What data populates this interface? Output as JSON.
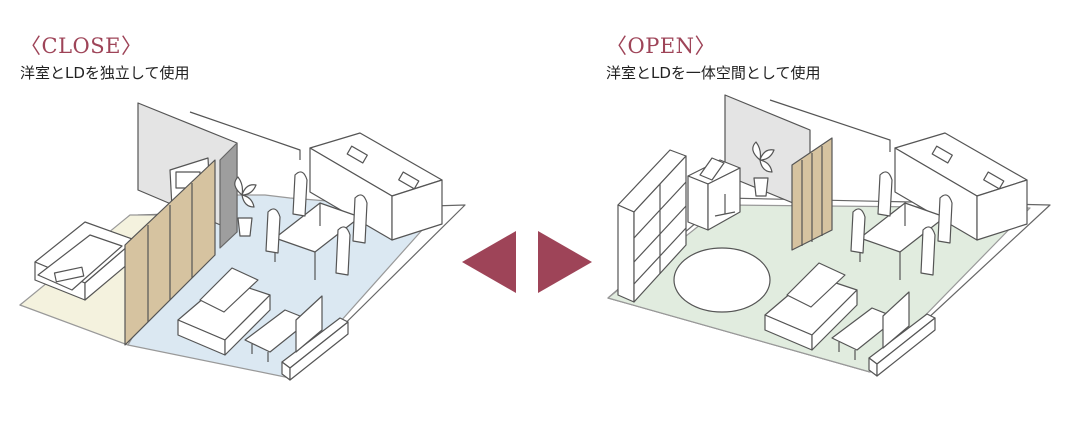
{
  "colors": {
    "accent": "#9e4458",
    "living_floor": "#dbe8f2",
    "bedroom_floor": "#f4f2de",
    "open_floor": "#e1ecdf",
    "wall_gray": "#e4e4e4",
    "partition_tan": "#d6c3a0"
  },
  "close_panel": {
    "title": "〈CLOSE〉",
    "subtitle": "洋室とLDを独立して使用"
  },
  "open_panel": {
    "title": "〈OPEN〉",
    "subtitle": "洋室とLDを一体空間として使用"
  },
  "switch_arrows": {
    "left_icon": "triangle-left",
    "right_icon": "triangle-right"
  }
}
